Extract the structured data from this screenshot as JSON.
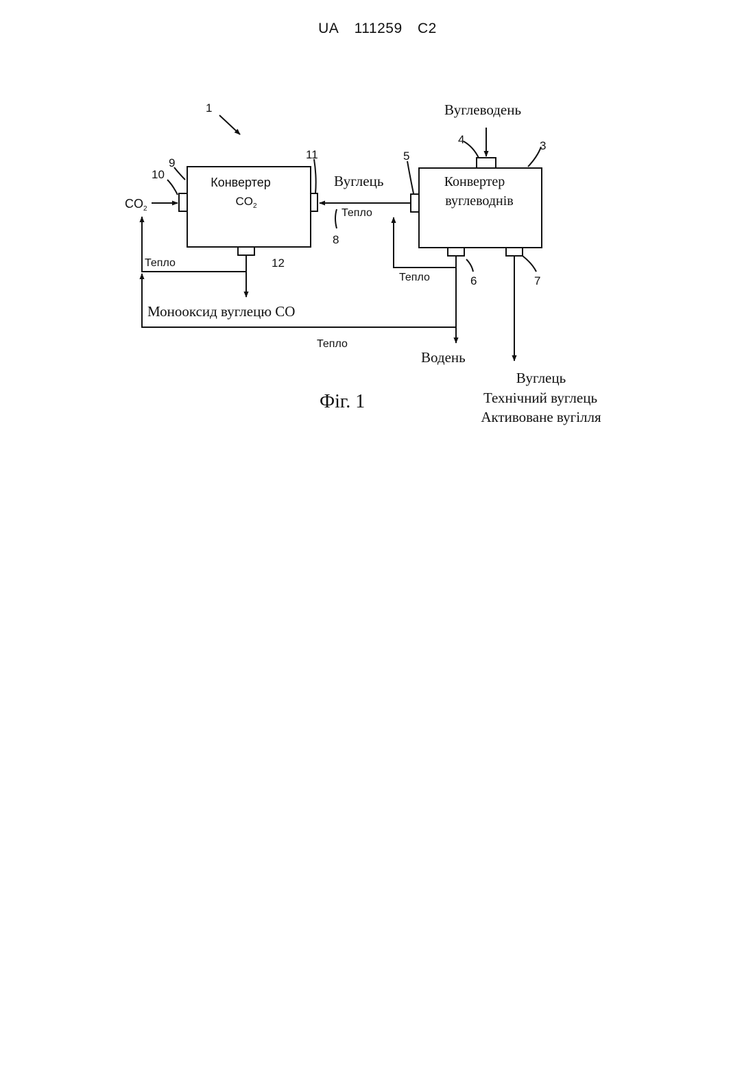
{
  "header": {
    "country": "UA",
    "number": "111259",
    "kind": "C2"
  },
  "diagram": {
    "ref_system": "1",
    "ref_hc_converter": "3",
    "ref_hc_inlet": "4",
    "ref_hc_carbon_outlet": "5",
    "ref_hc_hydrogen_outlet": "6",
    "ref_hc_carbon_product_outlet": "7",
    "ref_heat_line": "8",
    "ref_co2_converter": "9",
    "ref_co2_inlet": "10",
    "ref_co2_carbon_inlet": "11",
    "ref_co_outlet": "12",
    "co2_converter_label_line1": "Конвертер",
    "co2_converter_label_line2": "CO",
    "co2_converter_label_sub": "2",
    "hc_converter_label_line1": "Конвертер",
    "hc_converter_label_line2": "вуглеводнів",
    "input_hydrocarbon": "Вуглеводень",
    "input_co2": "CO",
    "input_co2_sub": "2",
    "carbon_flow": "Вуглець",
    "heat_label_upper": "Тепло",
    "heat_label_left": "Тепло",
    "heat_label_right": "Тепло",
    "heat_label_bottom": "Тепло",
    "co_output": "Монооксид вуглецю CO",
    "hydrogen_output": "Водень",
    "carbon_outputs": [
      "Вуглець",
      "Технічний вуглець",
      "Активоване вугілля"
    ]
  },
  "caption": "Фіг. 1"
}
